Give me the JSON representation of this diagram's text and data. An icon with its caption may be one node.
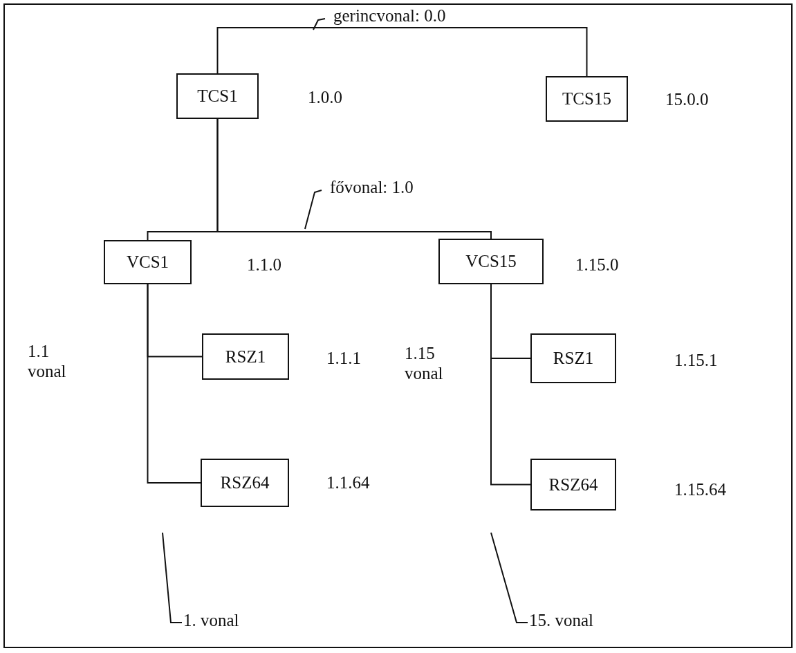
{
  "diagram": {
    "nodes": [
      {
        "text": [
          "TCS1"
        ],
        "beside": [
          "1.0.0"
        ]
      },
      {
        "text": [
          "TCS15"
        ],
        "beside": [
          "15.0.0"
        ]
      },
      {
        "text": [
          "VCS1"
        ],
        "beside": [
          "1.1.0"
        ]
      },
      {
        "text": [
          "VCS15"
        ],
        "beside": [
          "1.15.0"
        ]
      },
      {
        "text": [
          "RSZ1"
        ],
        "beside": [
          "1.1.1"
        ]
      },
      {
        "text": [
          "RSZ64"
        ],
        "beside": [
          "1.1.64"
        ]
      },
      {
        "text": [
          "RSZ1"
        ],
        "beside": [
          "1.15.1"
        ]
      },
      {
        "text": [
          "RSZ64"
        ],
        "beside": [
          "1.15.64"
        ]
      },
      {
        "text": [
          "1. vonal"
        ]
      },
      {
        "text": [
          "15. vonal"
        ]
      }
    ],
    "edges": [
      {
        "from": 0,
        "to": 1,
        "arrow": "none",
        "label": "gerincvonal: 0.0"
      },
      {
        "from": 0,
        "to": 2,
        "arrow": "none"
      },
      {
        "from": 0,
        "to": 3,
        "arrow": "none",
        "label": "fővonal: 1.0"
      },
      {
        "from": 2,
        "to": 4,
        "arrow": "none"
      },
      {
        "from": 2,
        "to": 5,
        "arrow": "none"
      },
      {
        "from": 3,
        "to": 6,
        "arrow": "none"
      },
      {
        "from": 3,
        "to": 7,
        "arrow": "none"
      },
      {
        "from": 8,
        "to": null,
        "arrow": "none"
      },
      {
        "from": 9,
        "to": null,
        "arrow": "none"
      }
    ],
    "labels": [
      "1.1 vonal",
      "1.15 vonal"
    ]
  }
}
